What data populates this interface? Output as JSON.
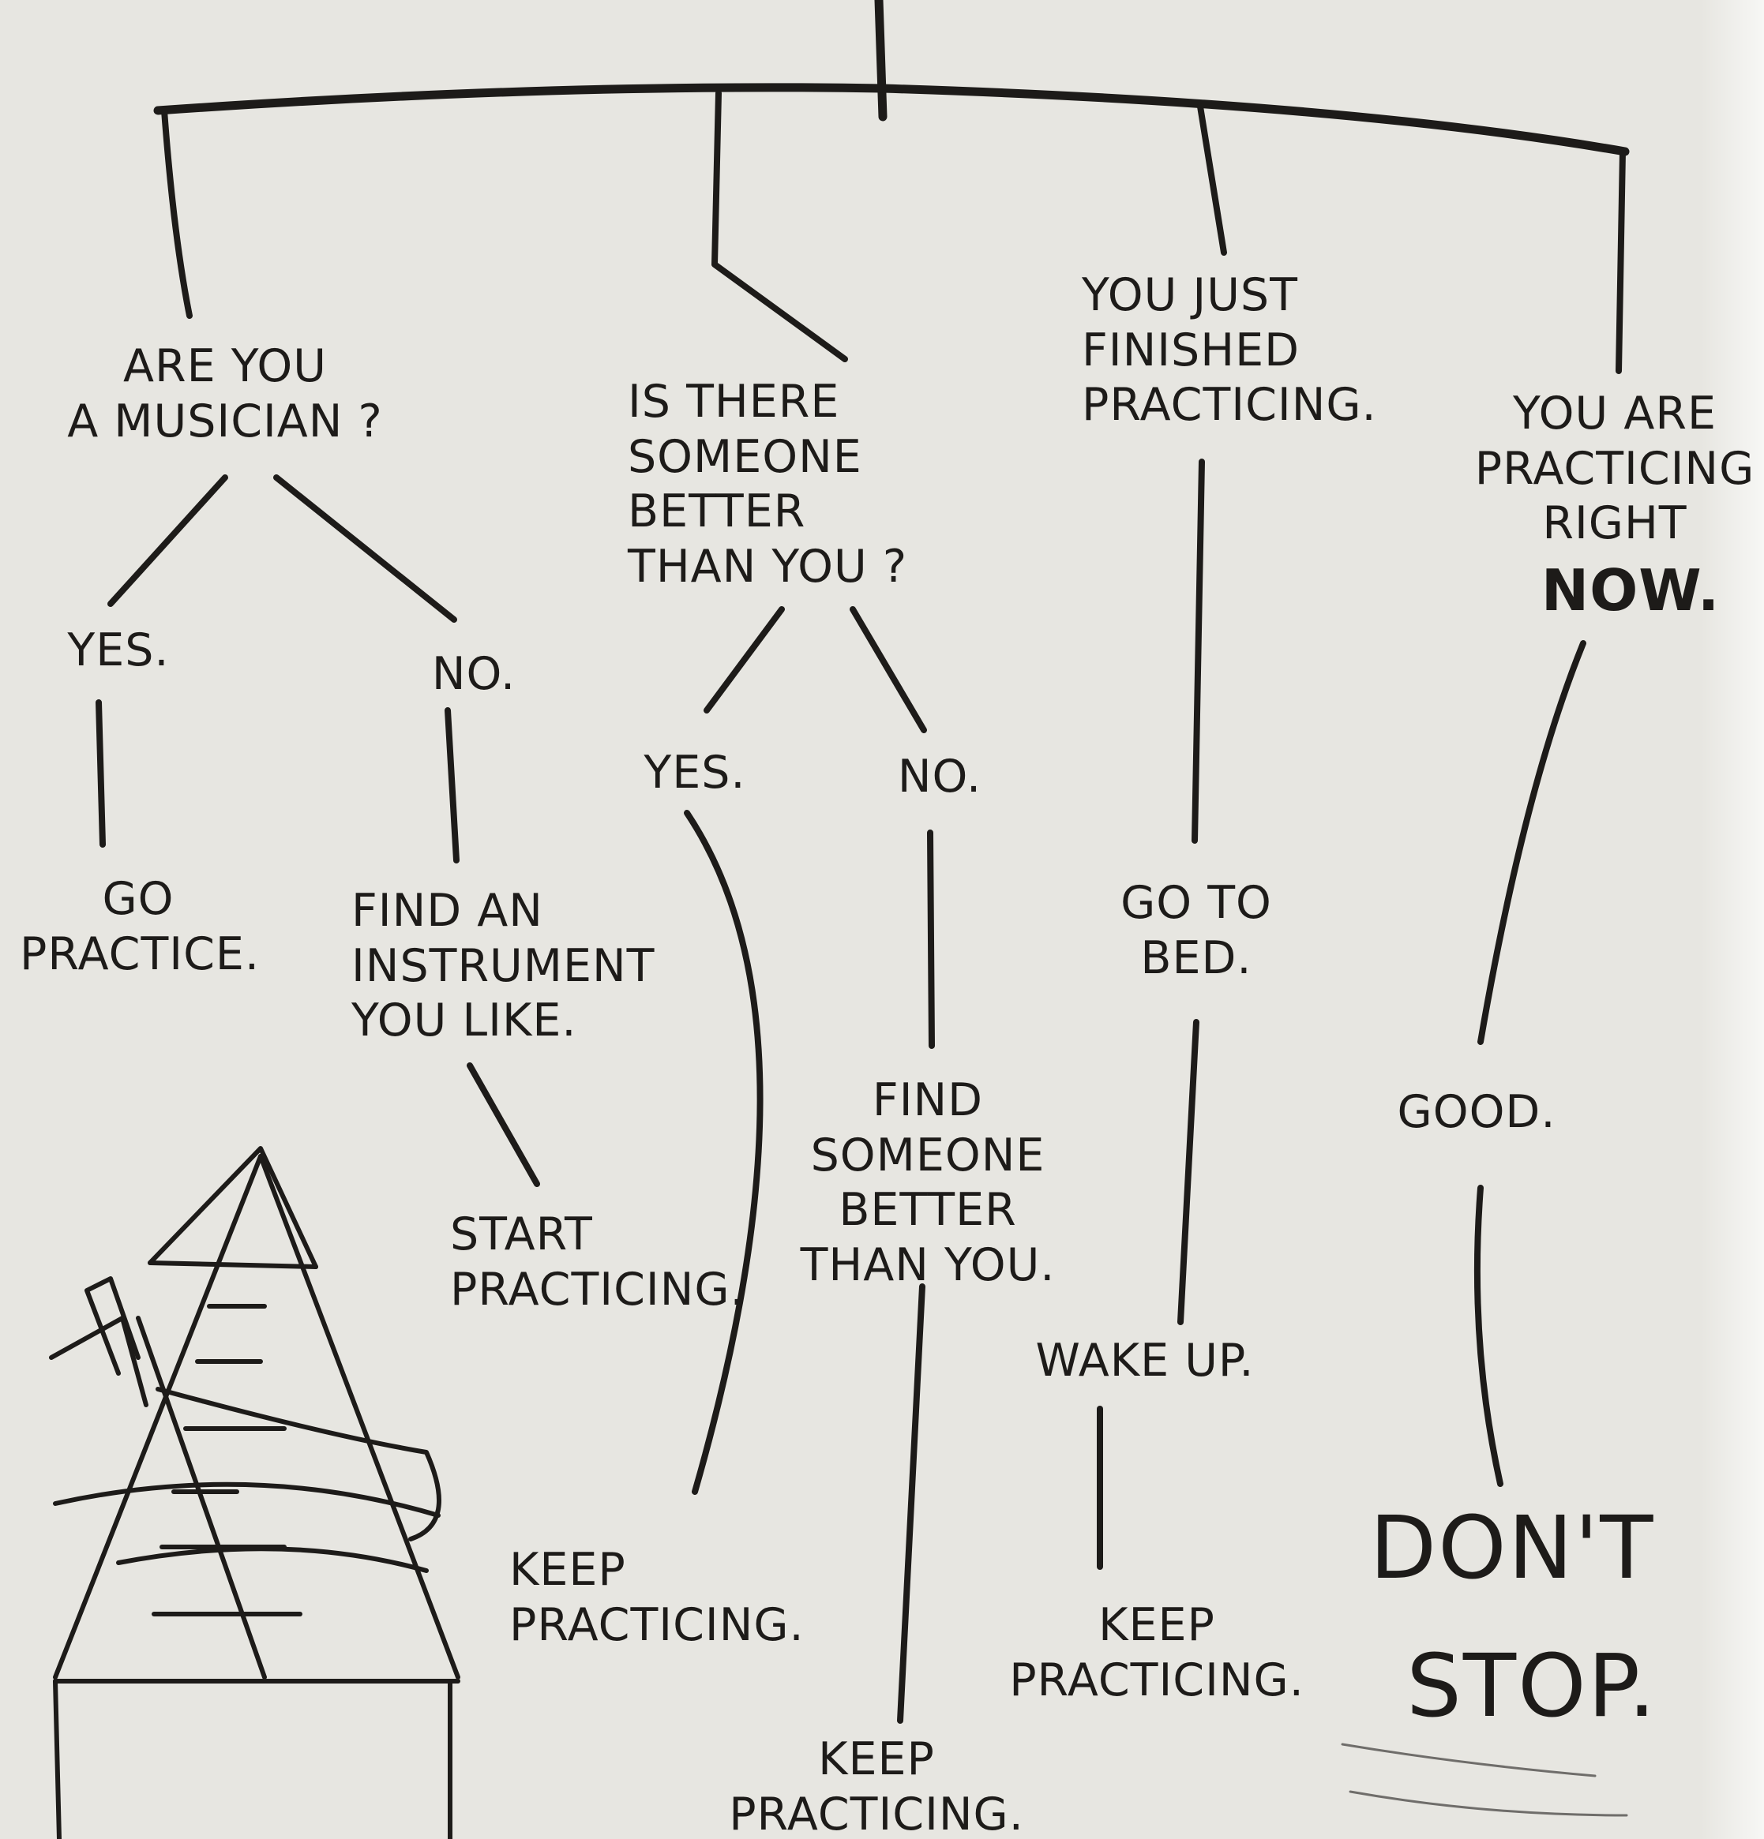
{
  "nodes": {
    "musician_question": "ARE YOU\nA MUSICIAN ?",
    "musician_yes": "YES.",
    "musician_no": "NO.",
    "go_practice": "GO\nPRACTICE.",
    "find_instrument": "FIND AN\nINSTRUMENT\nYOU LIKE.",
    "start_practicing": "START\nPRACTICING.",
    "better_question": "IS THERE\nSOMEONE\nBETTER\nTHAN YOU ?",
    "better_yes": "YES.",
    "better_no": "NO.",
    "keep_practicing_yes": "KEEP\nPRACTICING.",
    "find_someone_better": "FIND\nSOMEONE\nBETTER\nTHAN YOU.",
    "keep_practicing_no": "KEEP\nPRACTICING.",
    "just_finished": "YOU JUST\nFINISHED\nPRACTICING.",
    "go_to_bed": "GO TO\nBED.",
    "wake_up": "WAKE UP.",
    "keep_practicing_wake": "KEEP\nPRACTICING.",
    "practicing_now_line1": "YOU ARE\nPRACTICING\nRIGHT",
    "practicing_now_line2": "NOW.",
    "good": "GOOD.",
    "dont": "DON'T",
    "stop": "STOP."
  },
  "illustration": {
    "icon": "metronome-icon"
  },
  "colors": {
    "paper": "#e7e6e1",
    "ink": "#1d1b19"
  }
}
